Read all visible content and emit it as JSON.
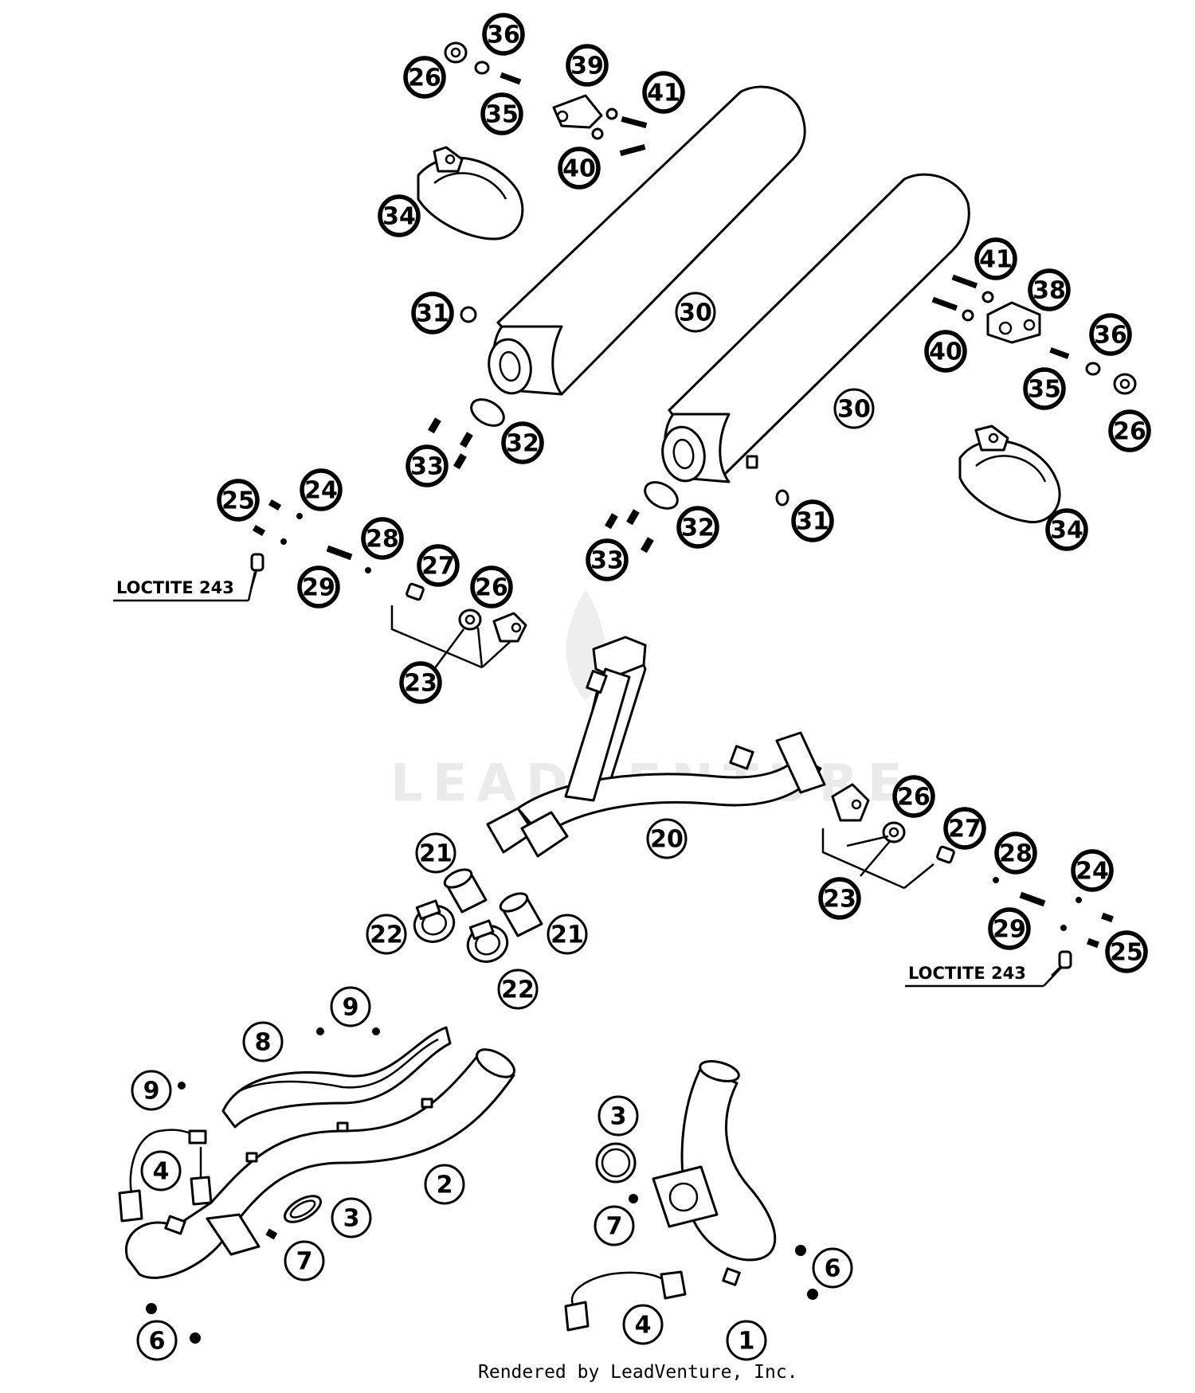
{
  "diagram": {
    "watermark": "LEADVENTURE",
    "footer": "Rendered by LeadVenture, Inc.",
    "notes": [
      {
        "id": "note-left",
        "text": "LOCTITE 243"
      },
      {
        "id": "note-right",
        "text": "LOCTITE 243"
      }
    ],
    "callouts": [
      {
        "id": "c36a",
        "label": "36"
      },
      {
        "id": "c26a",
        "label": "26"
      },
      {
        "id": "c35a",
        "label": "35"
      },
      {
        "id": "c39",
        "label": "39"
      },
      {
        "id": "c41a",
        "label": "41"
      },
      {
        "id": "c40a",
        "label": "40"
      },
      {
        "id": "c34a",
        "label": "34"
      },
      {
        "id": "c31a",
        "label": "31"
      },
      {
        "id": "c30a",
        "label": "30"
      },
      {
        "id": "c41b",
        "label": "41"
      },
      {
        "id": "c38",
        "label": "38"
      },
      {
        "id": "c40b",
        "label": "40"
      },
      {
        "id": "c36b",
        "label": "36"
      },
      {
        "id": "c35b",
        "label": "35"
      },
      {
        "id": "c26b",
        "label": "26"
      },
      {
        "id": "c30b",
        "label": "30"
      },
      {
        "id": "c32a",
        "label": "32"
      },
      {
        "id": "c33a",
        "label": "33"
      },
      {
        "id": "c25a",
        "label": "25"
      },
      {
        "id": "c24a",
        "label": "24"
      },
      {
        "id": "c28a",
        "label": "28"
      },
      {
        "id": "c29a",
        "label": "29"
      },
      {
        "id": "c27a",
        "label": "27"
      },
      {
        "id": "c26c",
        "label": "26"
      },
      {
        "id": "c23a",
        "label": "23"
      },
      {
        "id": "c32b",
        "label": "32"
      },
      {
        "id": "c31b",
        "label": "31"
      },
      {
        "id": "c33b",
        "label": "33"
      },
      {
        "id": "c34b",
        "label": "34"
      },
      {
        "id": "c26d",
        "label": "26"
      },
      {
        "id": "c27b",
        "label": "27"
      },
      {
        "id": "c28b",
        "label": "28"
      },
      {
        "id": "c24b",
        "label": "24"
      },
      {
        "id": "c23b",
        "label": "23"
      },
      {
        "id": "c29b",
        "label": "29"
      },
      {
        "id": "c25b",
        "label": "25"
      },
      {
        "id": "c20",
        "label": "20"
      },
      {
        "id": "c21a",
        "label": "21"
      },
      {
        "id": "c21b",
        "label": "21"
      },
      {
        "id": "c22a",
        "label": "22"
      },
      {
        "id": "c22b",
        "label": "22"
      },
      {
        "id": "c9a",
        "label": "9"
      },
      {
        "id": "c8",
        "label": "8"
      },
      {
        "id": "c9b",
        "label": "9"
      },
      {
        "id": "c4a",
        "label": "4"
      },
      {
        "id": "c2",
        "label": "2"
      },
      {
        "id": "c3a",
        "label": "3"
      },
      {
        "id": "c7a",
        "label": "7"
      },
      {
        "id": "c6a",
        "label": "6"
      },
      {
        "id": "c3b",
        "label": "3"
      },
      {
        "id": "c7b",
        "label": "7"
      },
      {
        "id": "c6b",
        "label": "6"
      },
      {
        "id": "c4b",
        "label": "4"
      },
      {
        "id": "c1",
        "label": "1"
      }
    ]
  }
}
